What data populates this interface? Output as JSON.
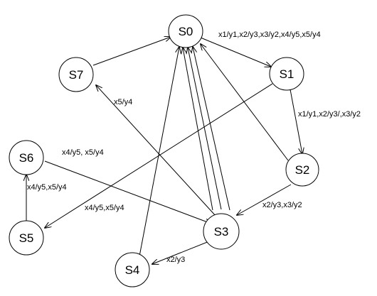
{
  "nodes": {
    "s0": "S0",
    "s1": "S1",
    "s2": "S2",
    "s3": "S3",
    "s4": "S4",
    "s5": "S5",
    "s6": "S6",
    "s7": "S7"
  },
  "edges": {
    "s0_s1": "x1/y1,x2/y3,x3/y2,x4/y5,x5/y4",
    "s1_s2": "x1/y1,x2/y3/,x3/y2",
    "s3_s7": "x5/y4",
    "s6_s3": "x4/y5, x5/y4",
    "s5_s6": "x4/y5,x5/y4",
    "s1_s5": "x4/y5,x5/y4",
    "s2_s3": "x2/y3,x3/y2",
    "s3_s4": "x2/y3"
  }
}
